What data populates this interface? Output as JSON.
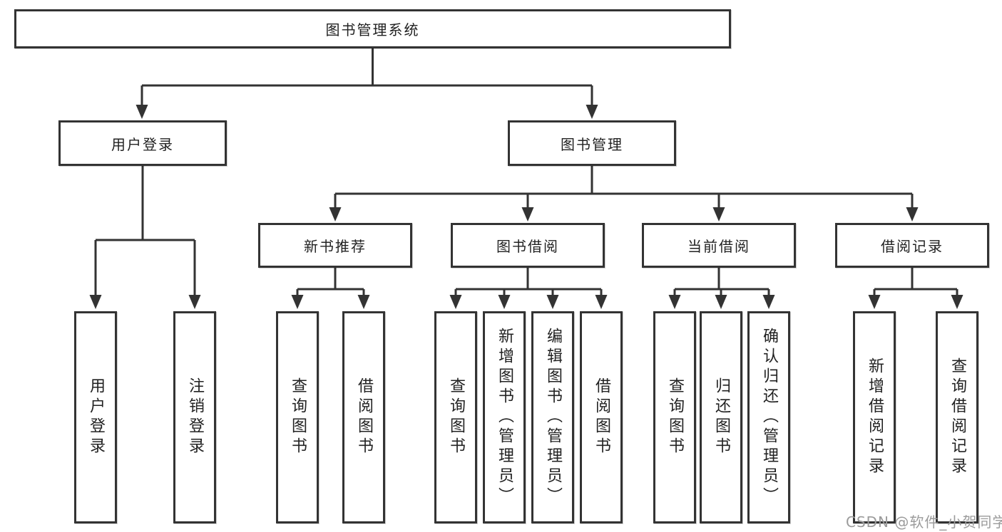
{
  "diagram_title": "图书管理系统",
  "nodes": {
    "root": "图书管理系统",
    "user_login": "用户登录",
    "book_mgmt": "图书管理",
    "new_book_rec": "新书推荐",
    "book_borrow": "图书借阅",
    "current_borrow": "当前借阅",
    "borrow_record": "借阅记录",
    "leaf_user_login": "用户登录",
    "leaf_logout": "注销登录",
    "nb_query_book": "查询图书",
    "nb_borrow_book": "借阅图书",
    "bb_query_book": "查询图书",
    "bb_add_book": "新增图书（管理员）",
    "bb_edit_book": "编辑图书（管理员）",
    "bb_borrow_book": "借阅图书",
    "cb_query_book": "查询图书",
    "cb_return_book": "归还图书",
    "cb_confirm_return": "确认归还（管理员）",
    "br_add_record": "新增借阅记录",
    "br_query_record": "查询借阅记录"
  },
  "structure": {
    "root": [
      "user_login",
      "book_mgmt"
    ],
    "user_login": [
      "leaf_user_login",
      "leaf_logout"
    ],
    "book_mgmt": [
      "new_book_rec",
      "book_borrow",
      "current_borrow",
      "borrow_record"
    ],
    "new_book_rec": [
      "nb_query_book",
      "nb_borrow_book"
    ],
    "book_borrow": [
      "bb_query_book",
      "bb_add_book",
      "bb_edit_book",
      "bb_borrow_book"
    ],
    "current_borrow": [
      "cb_query_book",
      "cb_return_book",
      "cb_confirm_return"
    ],
    "borrow_record": [
      "br_add_record",
      "br_query_record"
    ]
  },
  "watermark": "CSDN @软件_小贺同学",
  "colors": {
    "line": "#333333",
    "text": "#222222",
    "watermark": "#9b9b9b",
    "background": "#ffffff"
  }
}
